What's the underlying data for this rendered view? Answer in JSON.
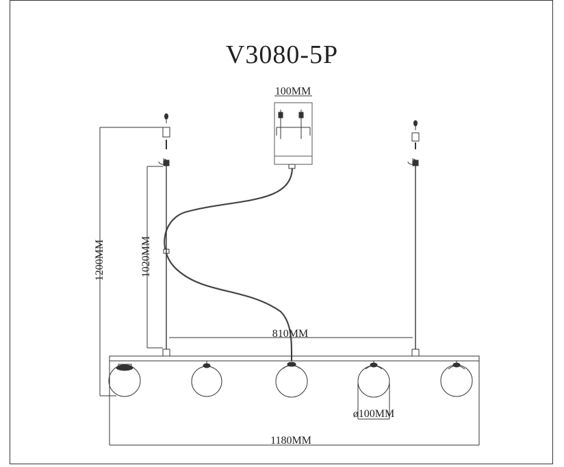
{
  "title": "V3080-5P",
  "dimensions": {
    "canopy_width": "100MM",
    "total_height": "1200MM",
    "rod_height": "1020MM",
    "rod_spacing": "810MM",
    "shade_diameter": "ø100MM",
    "bar_length": "1180MM"
  },
  "colors": {
    "line": "#333333",
    "text": "#222222"
  }
}
